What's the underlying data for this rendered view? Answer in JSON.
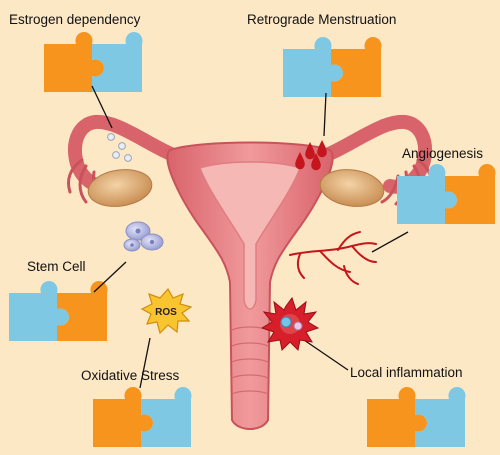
{
  "diagram": {
    "background": "#fde8c6",
    "labels": {
      "estrogen": "Estrogen dependency",
      "retrograde": "Retrograde Menstruation",
      "angiogenesis": "Angiogenesis",
      "stem_cell": "Stem Cell",
      "oxidative": "Oxidative Stress",
      "inflammation": "Local inflammation",
      "ros": "ROS"
    },
    "colors": {
      "puzzle_orange": "#f7941d",
      "puzzle_blue": "#7ec8e3",
      "uterus_pink": "#e87f85",
      "ovary": "#d9a870",
      "blood_red": "#c4161c",
      "stem_cell": "#b3b6e0",
      "ros_burst": "#f8c531"
    },
    "icons": [
      "puzzle-icon",
      "uterus-illustration",
      "ovary-icon",
      "blood-drop-icon",
      "stem-cell-icon",
      "blood-vessel-icon",
      "ros-burst-icon",
      "inflamed-cell-icon"
    ]
  }
}
